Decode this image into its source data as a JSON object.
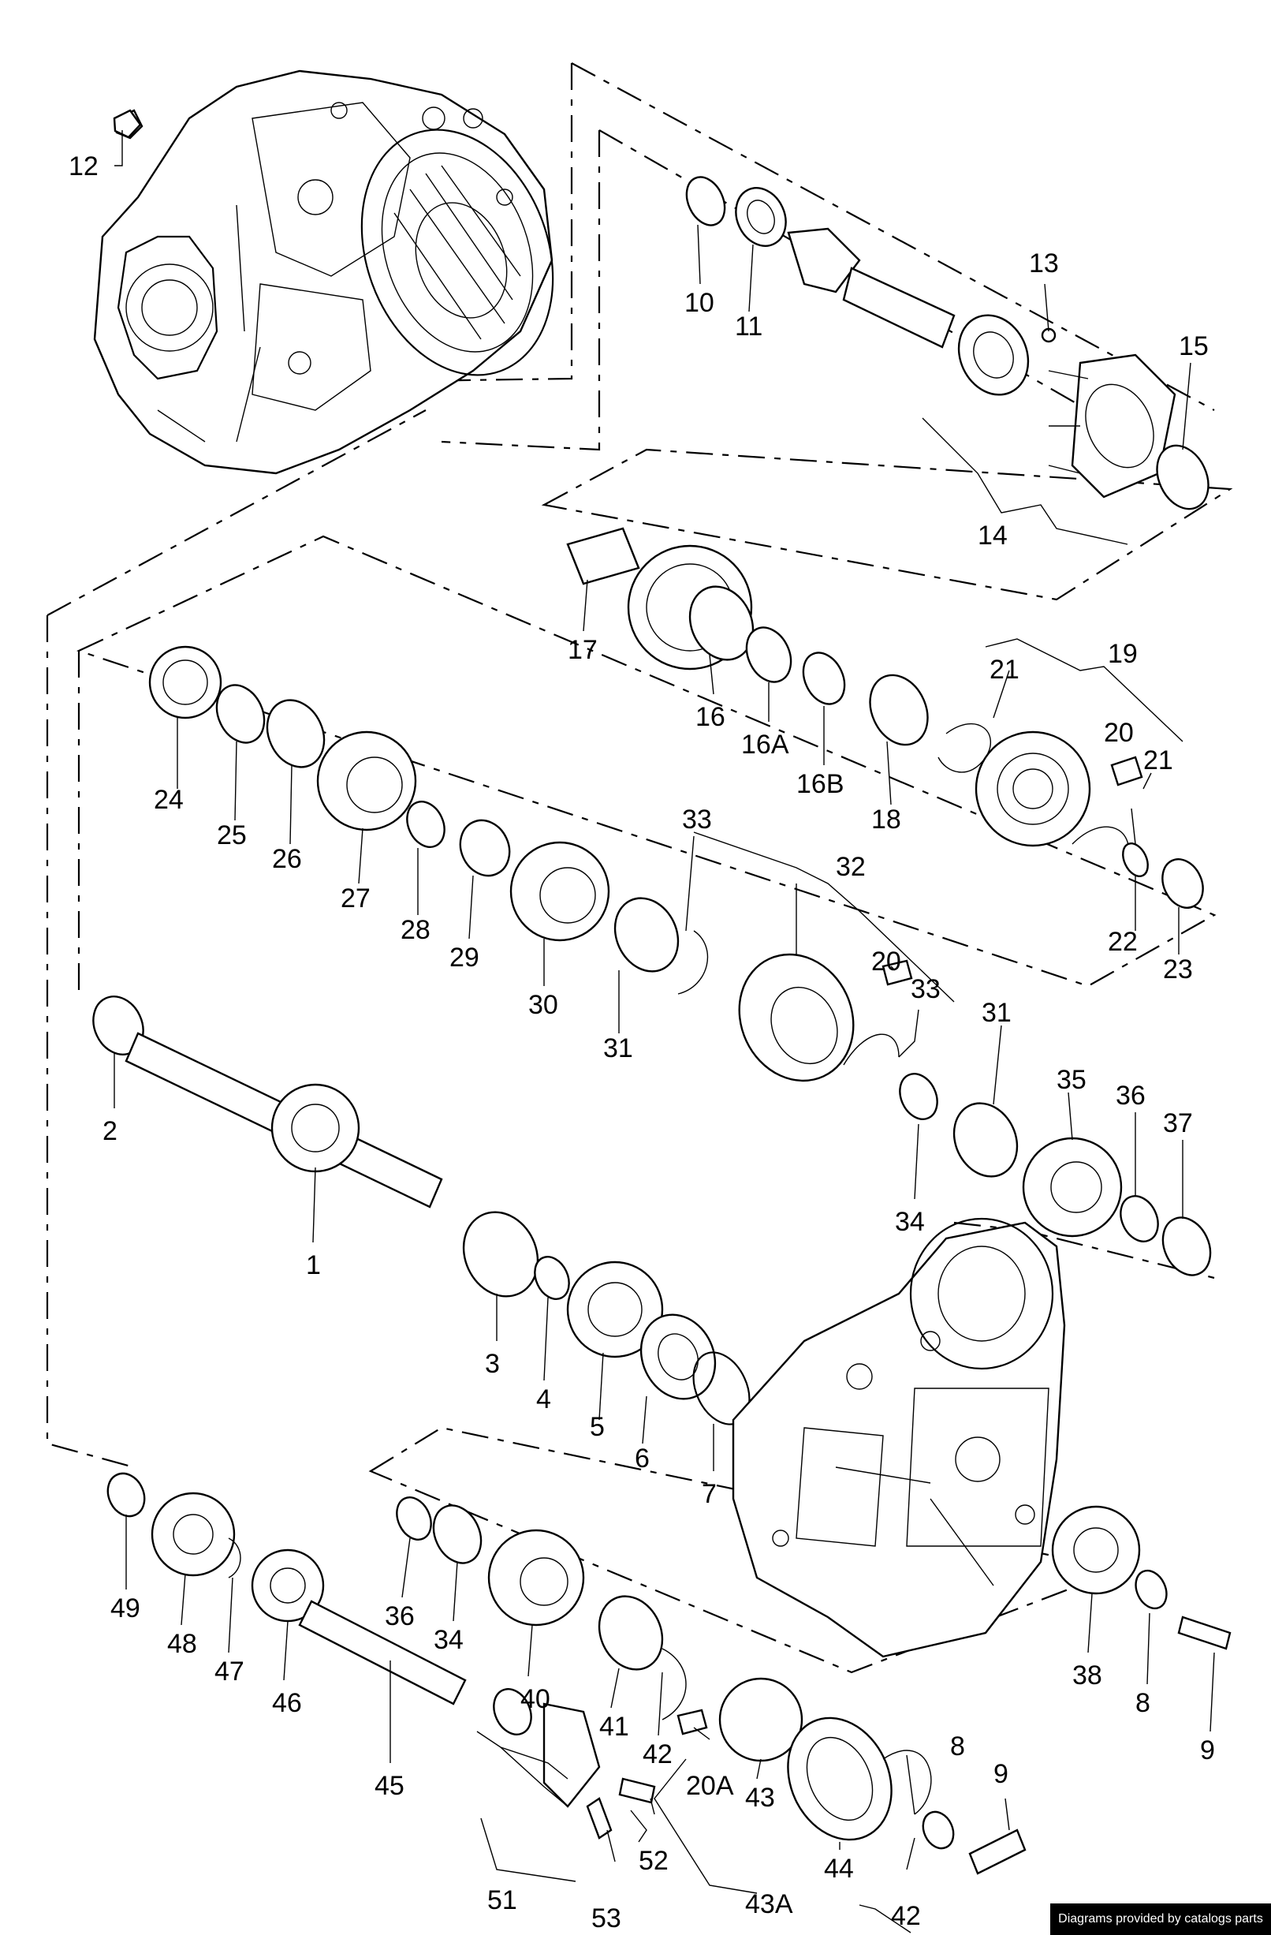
{
  "credit": "Diagrams provided by catalogs parts",
  "labels": [
    "12",
    "10",
    "11",
    "13",
    "15",
    "14",
    "17",
    "16",
    "16A",
    "16B",
    "18",
    "21",
    "19",
    "20",
    "21",
    "22",
    "23",
    "24",
    "25",
    "26",
    "27",
    "28",
    "29",
    "30",
    "31",
    "33",
    "32",
    "20",
    "33",
    "31",
    "35",
    "36",
    "37",
    "2",
    "34",
    "1",
    "3",
    "4",
    "5",
    "6",
    "7",
    "49",
    "48",
    "47",
    "46",
    "36",
    "34",
    "40",
    "41",
    "42",
    "20A",
    "43",
    "44",
    "8",
    "9",
    "38",
    "8",
    "9",
    "45",
    "51",
    "52",
    "53",
    "43A",
    "42"
  ],
  "icons": [
    "transmission-housing-icon",
    "gearbox-cover-icon",
    "gear-icon",
    "bearing-icon",
    "shaft-icon",
    "circlip-icon",
    "bolt-icon"
  ]
}
